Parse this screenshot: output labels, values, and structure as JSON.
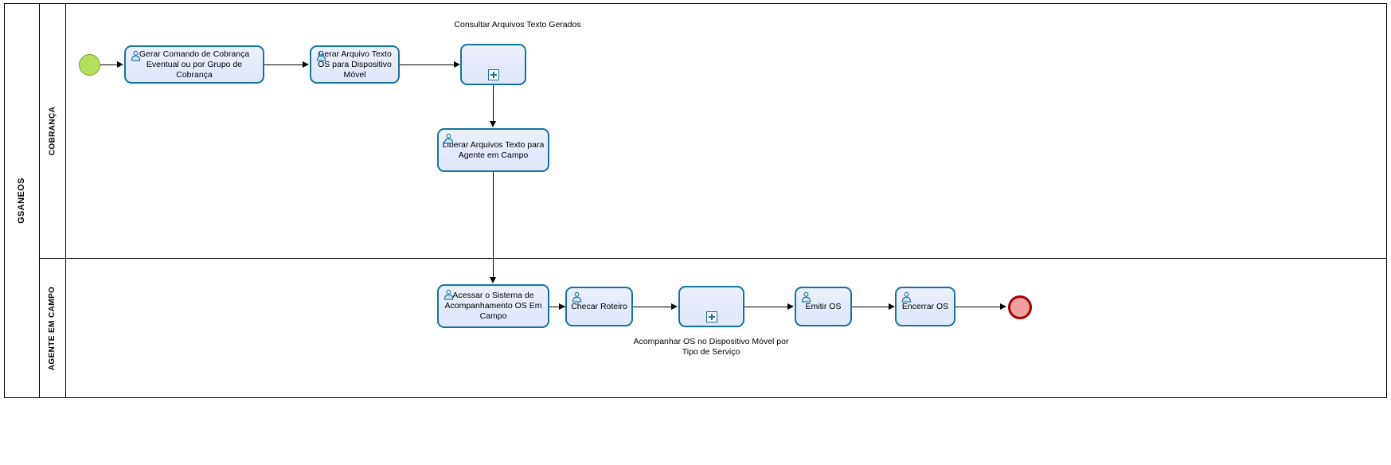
{
  "diagram": {
    "type": "bpmn-process",
    "pool": {
      "label": "GSANEOS"
    },
    "lanes": [
      {
        "id": "cobranca",
        "label": "COBRANÇA"
      },
      {
        "id": "agente",
        "label": "AGENTE EM CAMPO"
      }
    ],
    "events": [
      {
        "id": "start",
        "kind": "start-event",
        "lane": "cobranca",
        "label": ""
      },
      {
        "id": "end",
        "kind": "end-event",
        "lane": "agente",
        "label": ""
      }
    ],
    "tasks": [
      {
        "id": "t1",
        "kind": "user-task",
        "lane": "cobranca",
        "label": "Gerar Comando de Cobrança Eventual ou por Grupo de Cobrança"
      },
      {
        "id": "t2",
        "kind": "user-task",
        "lane": "cobranca",
        "label": "Gerar Arquivo Texto OS para Dispositivo Móvel"
      },
      {
        "id": "sp1",
        "kind": "collapsed-subprocess",
        "lane": "cobranca",
        "label": "Consultar Arquivos Texto Gerados"
      },
      {
        "id": "t3",
        "kind": "user-task",
        "lane": "cobranca",
        "label": "Liberar Arquivos Texto para Agente em Campo"
      },
      {
        "id": "t4",
        "kind": "user-task",
        "lane": "agente",
        "label": "Acessar o Sistema de Acompanhamento OS Em Campo"
      },
      {
        "id": "t5",
        "kind": "user-task",
        "lane": "agente",
        "label": "Checar Roteiro"
      },
      {
        "id": "sp2",
        "kind": "collapsed-subprocess",
        "lane": "agente",
        "label": "Acompanhar OS no Dispositivo Móvel por Tipo de Serviço"
      },
      {
        "id": "t6",
        "kind": "user-task",
        "lane": "agente",
        "label": "Emitir OS"
      },
      {
        "id": "t7",
        "kind": "user-task",
        "lane": "agente",
        "label": "Encerrar OS"
      }
    ],
    "colors": {
      "task_border": "#19729e",
      "task_fill": "#e5ecfb",
      "start_event_fill": "#b4e05a",
      "start_event_border": "#7aa02e",
      "end_event_fill": "#f0a0a0",
      "end_event_border": "#a80000",
      "frame": "#000000",
      "connector": "#000000"
    }
  }
}
